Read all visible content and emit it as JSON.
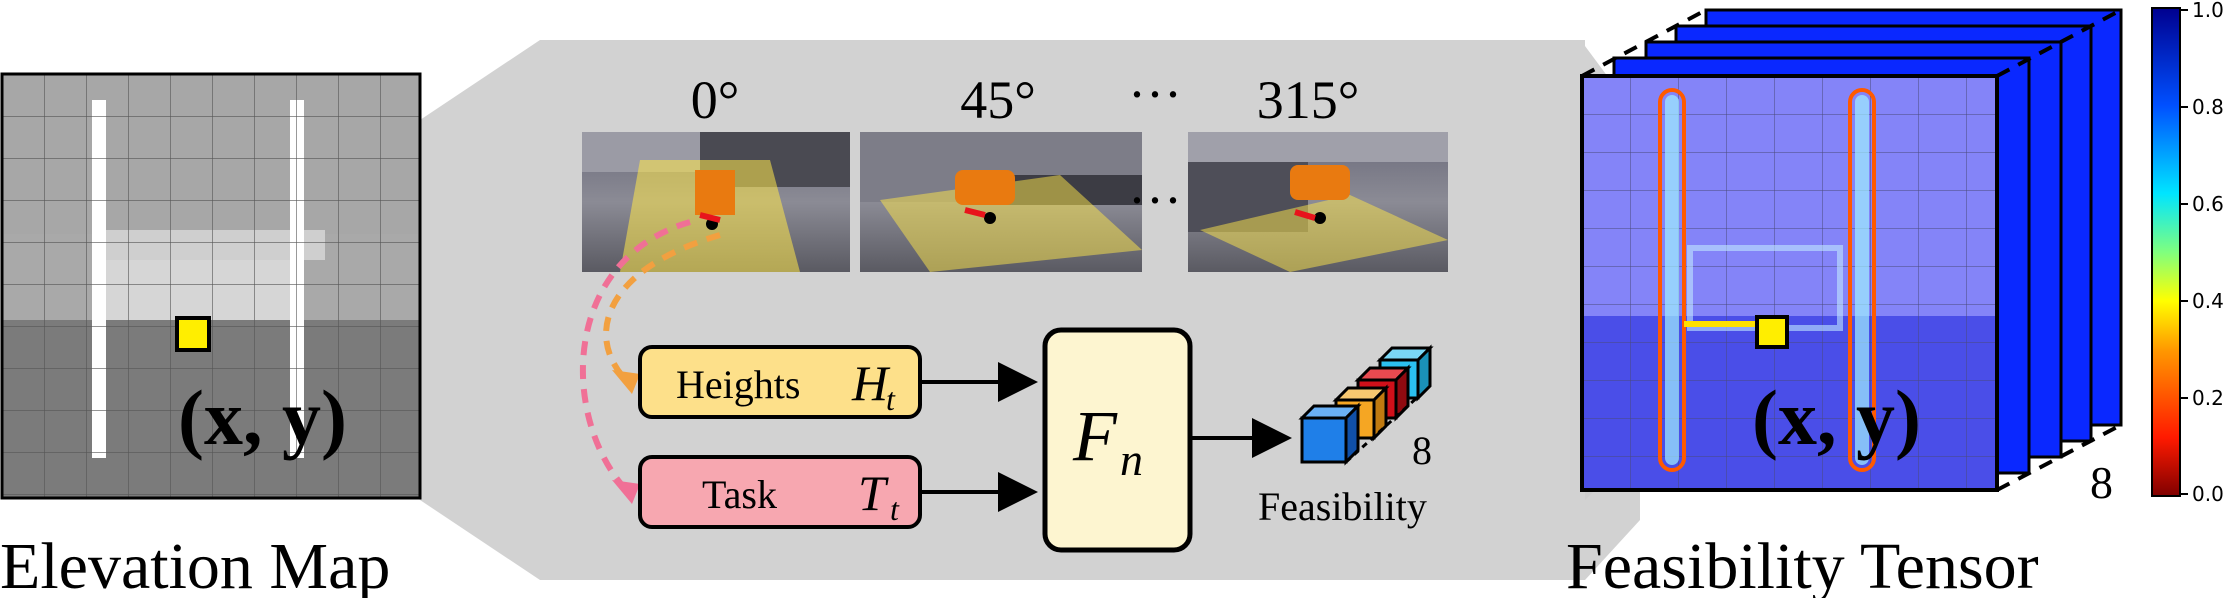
{
  "left_panel": {
    "title": "Elevation Map",
    "coord_label": "(x, y)"
  },
  "middle_panel": {
    "angles": [
      "0°",
      "45°",
      "···",
      "315°"
    ],
    "between_ellipsis": "···",
    "heights_label": "Heights",
    "heights_symbol": "H",
    "heights_sub": "t",
    "task_label": "Task",
    "task_symbol": "T",
    "task_sub": "t",
    "network_symbol": "F",
    "network_sub": "n",
    "output_count": "8",
    "output_label": "Feasibility"
  },
  "right_panel": {
    "title": "Feasibility Tensor",
    "coord_label": "(x, y)",
    "stack_count": "8",
    "colorbar_ticks": [
      "1.0",
      "0.8",
      "0.6",
      "0.4",
      "0.2",
      "0.0"
    ]
  },
  "colors": {
    "heights_box": "#fde08a",
    "task_box": "#f7a7b0",
    "network_box": "#fdf5d0",
    "panel_bg": "#d2d2d2",
    "marker": "#ffee00",
    "dashed_pink": "#f07096",
    "dashed_orange": "#f2a040",
    "cube_blue": "#1f7fe8",
    "cube_orange": "#f5a623",
    "cube_red": "#d0101a",
    "cube_cyan": "#2bc0f0"
  }
}
